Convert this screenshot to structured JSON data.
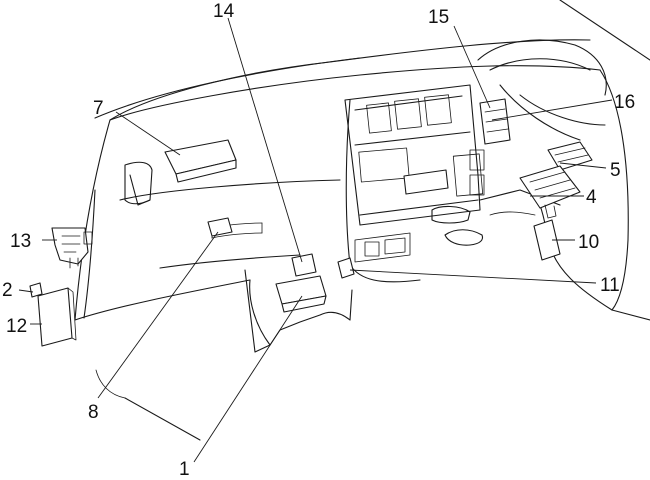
{
  "callouts": [
    {
      "id": "c1",
      "text": "1"
    },
    {
      "id": "c2",
      "text": "2"
    },
    {
      "id": "c4",
      "text": "4"
    },
    {
      "id": "c5",
      "text": "5"
    },
    {
      "id": "c7",
      "text": "7"
    },
    {
      "id": "c8",
      "text": "8"
    },
    {
      "id": "c10",
      "text": "10"
    },
    {
      "id": "c11",
      "text": "11"
    },
    {
      "id": "c12",
      "text": "12"
    },
    {
      "id": "c13",
      "text": "13"
    },
    {
      "id": "c14",
      "text": "14"
    },
    {
      "id": "c15",
      "text": "15"
    },
    {
      "id": "c16",
      "text": "16"
    }
  ]
}
